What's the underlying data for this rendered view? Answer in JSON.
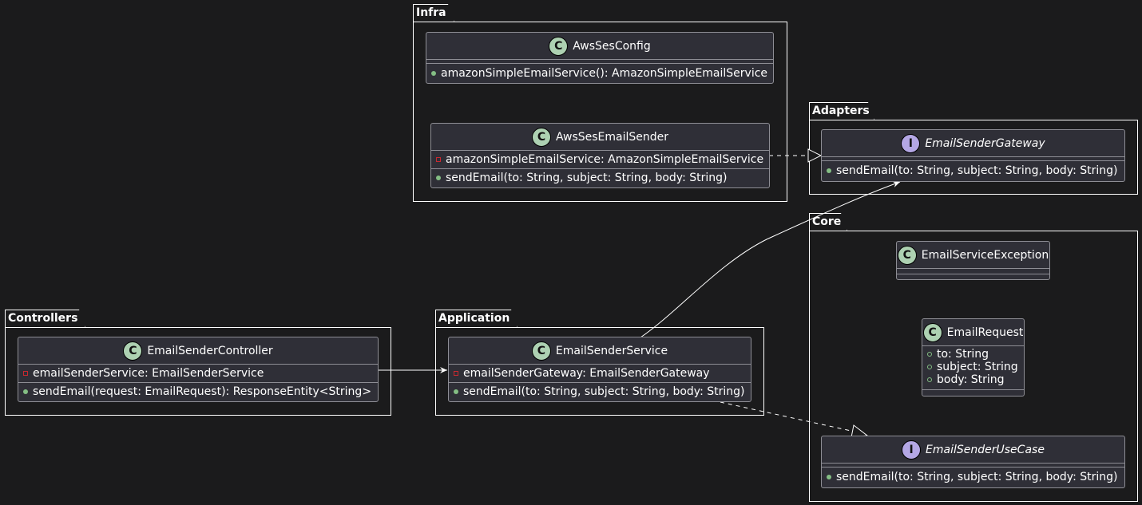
{
  "packages": {
    "infra": "Infra",
    "adapters": "Adapters",
    "core": "Core",
    "controllers": "Controllers",
    "application": "Application"
  },
  "classes": {
    "aws_ses_config": {
      "kind": "C",
      "name": "AwsSesConfig",
      "methods": [
        "amazonSimpleEmailService(): AmazonSimpleEmailService"
      ]
    },
    "aws_ses_email_sender": {
      "kind": "C",
      "name": "AwsSesEmailSender",
      "fields": [
        "amazonSimpleEmailService: AmazonSimpleEmailService"
      ],
      "methods": [
        "sendEmail(to: String, subject: String, body: String)"
      ]
    },
    "email_sender_gateway": {
      "kind": "I",
      "name": "EmailSenderGateway",
      "methods": [
        "sendEmail(to: String, subject: String, body: String)"
      ]
    },
    "email_service_exception": {
      "kind": "C",
      "name": "EmailServiceException"
    },
    "email_request": {
      "kind": "C",
      "name": "EmailRequest",
      "fields": [
        "to: String",
        "subject: String",
        "body: String"
      ]
    },
    "email_sender_use_case": {
      "kind": "I",
      "name": "EmailSenderUseCase",
      "methods": [
        "sendEmail(to: String, subject: String, body: String)"
      ]
    },
    "email_sender_controller": {
      "kind": "C",
      "name": "EmailSenderController",
      "fields": [
        "emailSenderService: EmailSenderService"
      ],
      "methods": [
        "sendEmail(request: EmailRequest): ResponseEntity<String>"
      ]
    },
    "email_sender_service": {
      "kind": "C",
      "name": "EmailSenderService",
      "fields": [
        "emailSenderGateway: EmailSenderGateway"
      ],
      "methods": [
        "sendEmail(to: String, subject: String, body: String)"
      ]
    }
  },
  "colors": {
    "background": "#1b1b1c",
    "class_fill": "#2f2f37",
    "class_border": "#8e8e95",
    "badge_class": "#add1b2",
    "badge_interface": "#b4a7e5",
    "public": "#84be84",
    "private": "#c82930"
  }
}
